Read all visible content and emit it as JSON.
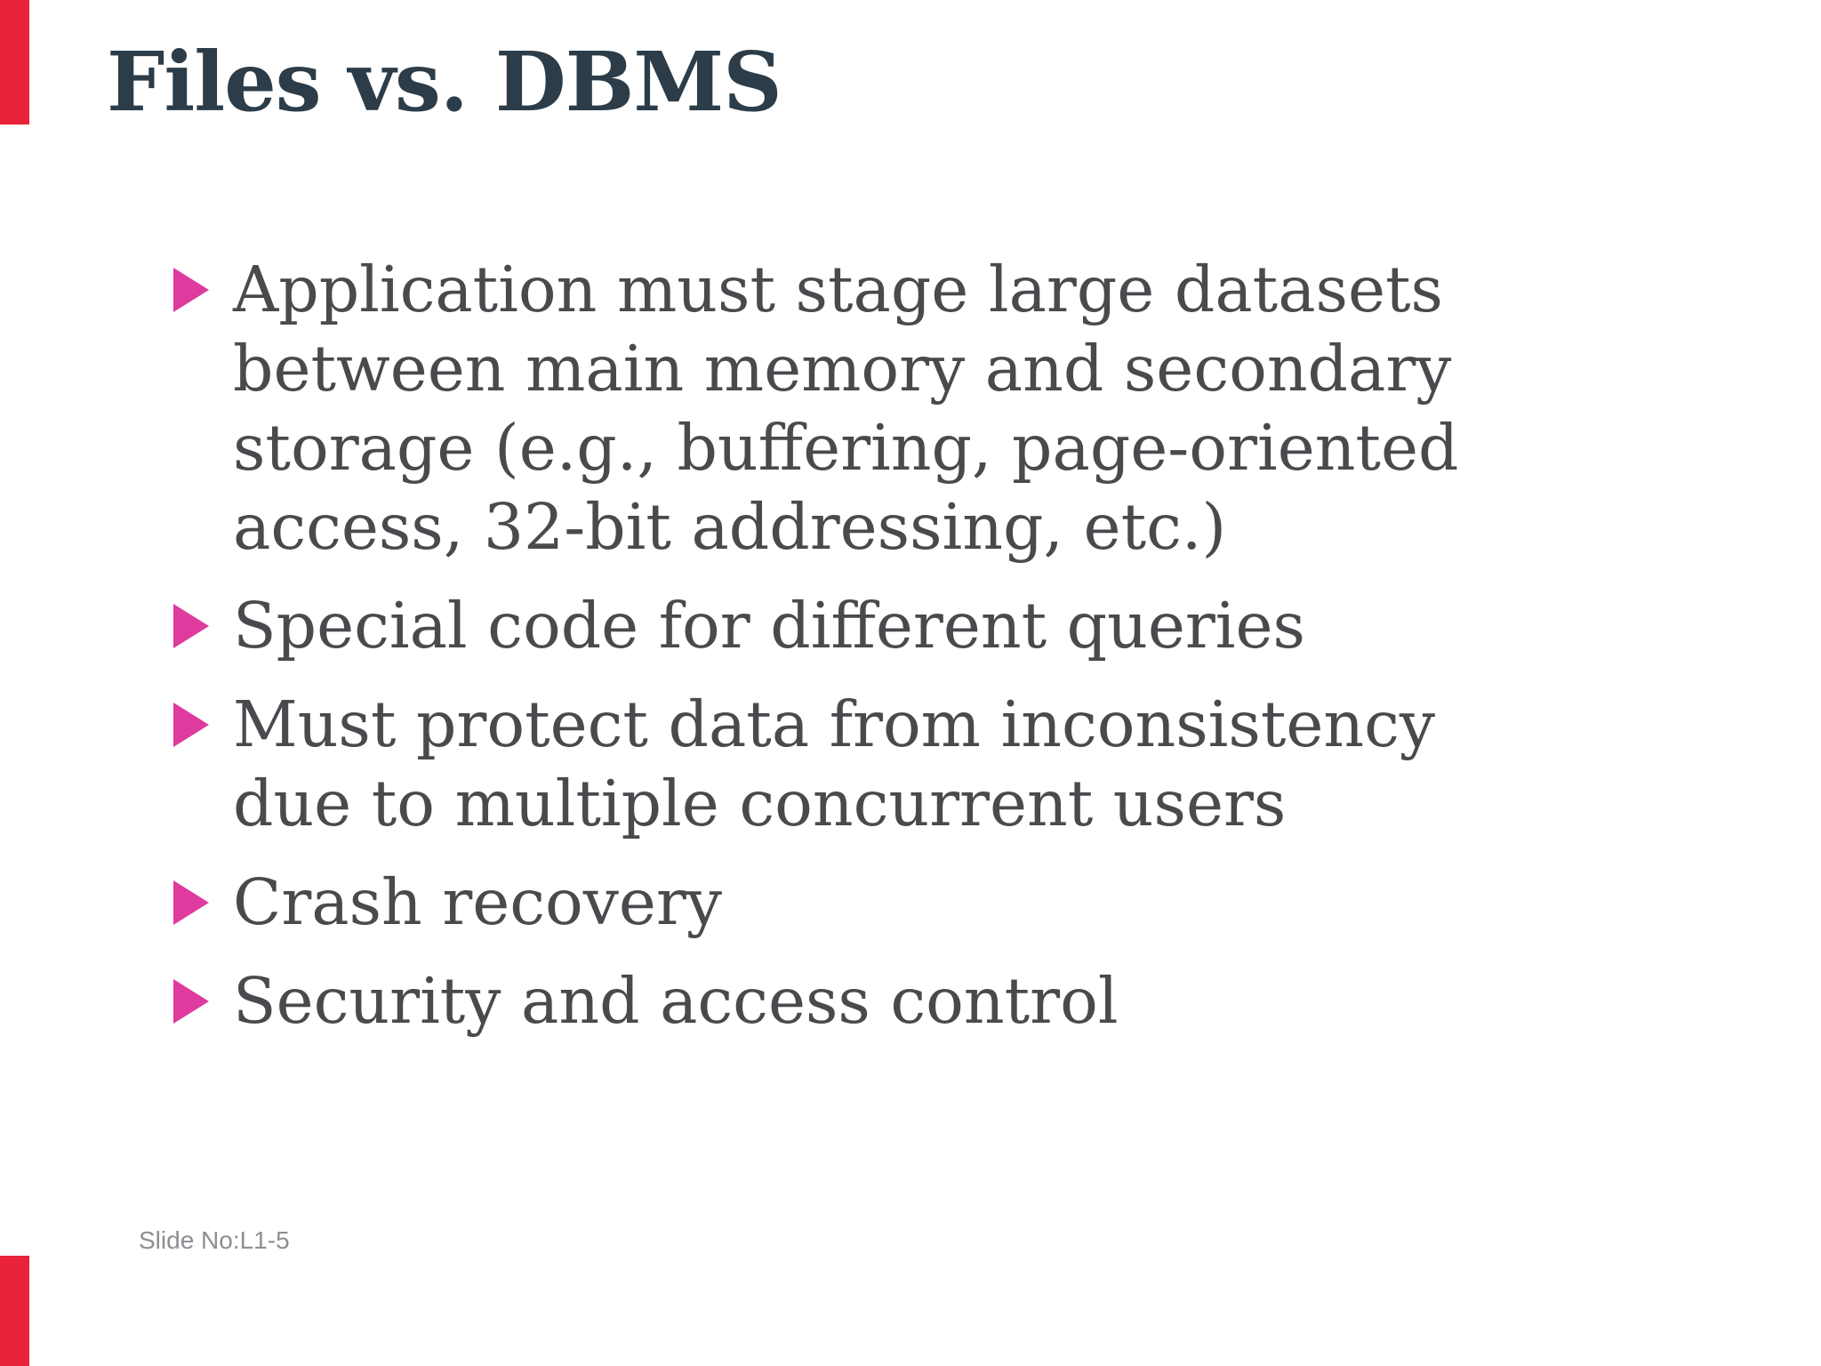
{
  "slide": {
    "title": "Files vs. DBMS",
    "bullets": [
      {
        "lines": [
          "Application must stage large datasets",
          "between main memory and secondary",
          "storage (e.g., buffering, page-oriented",
          "access, 32-bit addressing, etc.)"
        ]
      },
      {
        "lines": [
          "Special code for different queries"
        ]
      },
      {
        "lines": [
          "Must protect data from inconsistency",
          "due to multiple concurrent users"
        ]
      },
      {
        "lines": [
          "Crash recovery"
        ]
      },
      {
        "lines": [
          "Security and access control"
        ]
      }
    ],
    "footer": "Slide No:L1-5"
  },
  "icons": {
    "bullet": "triangle-right-icon"
  },
  "colors": {
    "background": "#ffffff",
    "title": "#2c3d49",
    "body_text": "#4a4a4e",
    "bullet_triangle": "#df3a9e",
    "accent_bar_red": "#e8233a",
    "footer_text": "#8e8f94"
  }
}
